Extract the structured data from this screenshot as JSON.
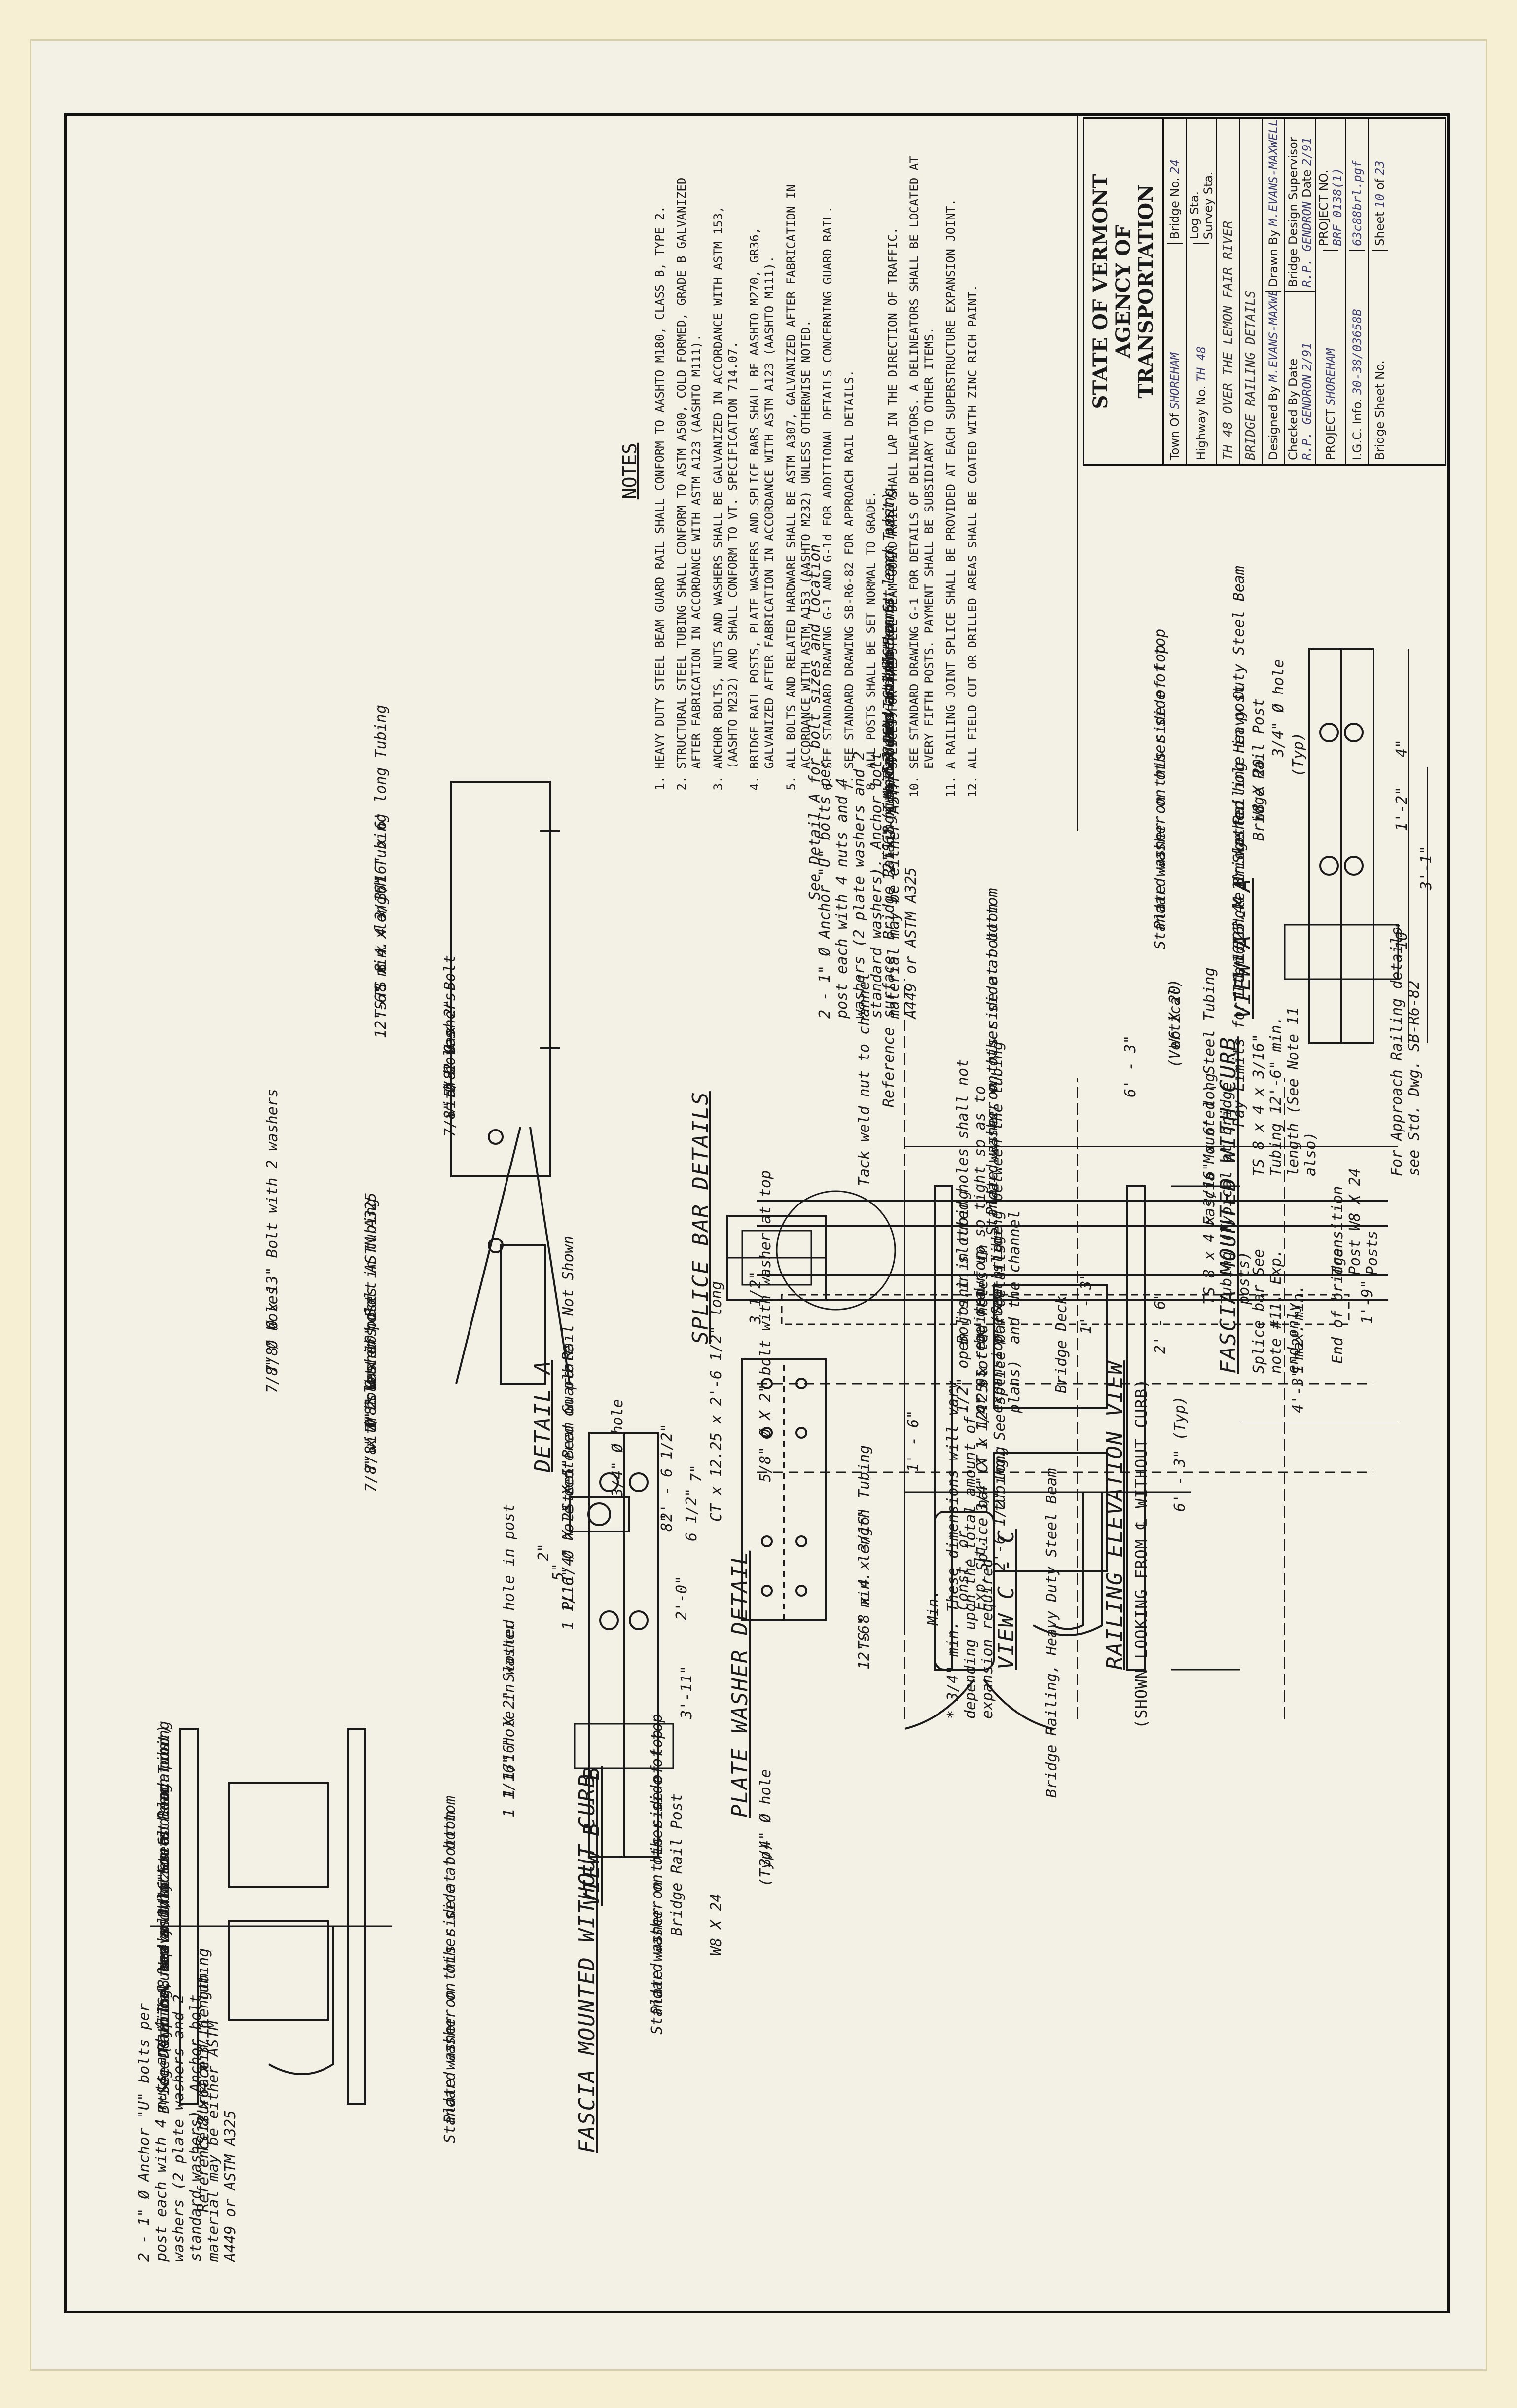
{
  "views": {
    "view_aa": "VIEW  A - A",
    "view_bb": "VIEW  B - B",
    "view_cc": "VIEW  C - C",
    "fascia_with_curb": "FASCIA MOUNTED WITH CURB",
    "fascia_without_curb": "FASCIA MOUNTED WITHOUT CURB",
    "splice_bar_details": "SPLICE  BAR  DETAILS",
    "plate_washer_detail": "PLATE  WASHER  DETAIL",
    "detail_a": "DETAIL  A",
    "detail_a_sub": "Steel Beam Guard Rail Not Shown",
    "railing_elevation": "RAILING  ELEVATION  VIEW",
    "railing_elevation_sub": "(SHOWN  LOOKING  FROM  ℄  WITHOUT  CURB)"
  },
  "labels": {
    "ts_tubing_6ft": "TS 8 x 4 x 3/16\" x 6' long Tubing",
    "spacer_note": "to be used as blockouts",
    "spacer_note2": "(Typical top and bottom at each post)",
    "ts_tubing": "TS 8 x 4 x 3/16\" Tubing",
    "min_length": "12'-6\" min. length",
    "bridge_rail_post": "Bridge Rail Post",
    "w8x20": "W8 X 20",
    "w8x24": "W8 X 24",
    "w6x20": "W6 X 20",
    "vertical": "(Vertical)",
    "plate_washer": "Plate washer on this side of top",
    "standard_washer": "Standard washer on other side of top",
    "plate_washer_bottom": "Plate washer on this side at bottom",
    "standard_washer_bottom": "Standard washer on other side at bottom",
    "hole_34": "3/4\" Ø hole",
    "typ": "(Typ)",
    "slotted_hole": "1 1/16\" X 2\" Slotted hole in post",
    "hole_in_washer": "1 1/16\" hole in washer",
    "see_detail_a": "See Detail A for bolt sizes and location",
    "bridge_railing": "Bridge Railing, Heavy Duty Steel Beam",
    "anchor_bolts": "2 - 1\" Ø Anchor \"U\" bolts per post each with 4 nuts and 4 washers (2 plate washers and 2 standard washers). Anchor bolt material may be either ASTM A449 or ASTM A325",
    "reference_surface": "Reference surface",
    "tack_weld": "Tack weld nut to channel",
    "bolt_58_2": "5/8\" Ø X 2\" bolt with washer at top",
    "ct_splice": "CT x 12.25 x 2'-6 1/2\" long",
    "bolt_13": "7/8\" Ø x 13\" Bolt with 2 washers",
    "holes_78": "7/8\" Ø holes",
    "bolt_10": "7/8\" Ø x 10\" Bolt ASTM A325",
    "bolt_2_washers": "with 2 washers",
    "slotted_holes_tubing": "7/8\" x 1\" slotted holes in tubing",
    "holes_in_post": "7/8\" Ø holes in post",
    "bolt_58": "5/8\" Ø x 2\" Bolt",
    "plate_pl": "PL 1/4\" X 2\" X 5\"",
    "centered_hole": "1 1/16\" Ø hole centered on plate",
    "pay_limits": "Pay Limits for Item 525.44 Bridge Railing Heavy Duty Steel Beam",
    "fascia_mounted_steel": "Fascia Mounted \\ Steel Tubing",
    "bolts_slotted": "Bolts in slotted holes shall not be drawn up so tight so as to prevent sliding between the tubing and the channel",
    "open_joint": "1/2\" open joint in tubing or as required for expansion (See bridge plans)",
    "splice_bar": "Splice bar See note #11. Exp. end only",
    "ts_tubing_min": "TS 8 x 4 x 3/16\" Tubing 12'-6\" min. length (See Note 11 also)",
    "ts_tubing_6ft_post": "TS 8 x 4 x 3/16\" x 6' long Tubing (Typical at bridge posts)",
    "transition_post": "Transition Post W8 X 24 Posts",
    "end_of_bridge": "End of bridge",
    "approach_railing": "For Approach Railing details see Std. Dwg. SB-R6-82",
    "bridge_deck": "Bridge Deck",
    "slotted_holes_tubing2": "3/4\" X 1 1/4\" Slotted holes in tubing. See splice bar details",
    "splice_bar_ct": "Splice bar CT x 12.25 x 2'-6 1/2\" long",
    "const_exp": "Const. or Exp. Jt.",
    "dim_note": "* 3/4\" min. These dimensions will vary depending upon the total amount of expansion required",
    "min": "Min.",
    "max": "4'-3\" max.",
    "min_12": "1'-2\" min.",
    "bridge_railing_cc": "Bridge Railing, Heavy Duty Steel Beam"
  },
  "dims": {
    "d_3_1": "3'-1\"",
    "d_1_2": "1'-2\"",
    "d_10": "10\"",
    "d_4": "4\"",
    "d_3_11": "3'-11\"",
    "d_2_0": "2'-0\"",
    "d_2_6": "2' - 6\"",
    "d_1_3": "1' - 3\"",
    "d_6_3": "6' - 3\"",
    "d_6_3_typ": "6' - 3\" (Typ)",
    "d_1_6": "1' - 6\"",
    "d_1_9": "1'-9\"",
    "d_2_6_12": "2' - 6 1/2\"",
    "d_6_12": "6 1/2\"",
    "d_3_12": "3 1/2\"",
    "d_8": "8\"",
    "d_5": "5\"",
    "d_2": "2\"",
    "d_7": "7\""
  },
  "notes": {
    "heading": "NOTES",
    "items": [
      "HEAVY DUTY STEEL BEAM GUARD RAIL SHALL CONFORM TO AASHTO M180, CLASS B, TYPE 2.",
      "STRUCTURAL STEEL TUBING SHALL CONFORM TO ASTM A500, COLD FORMED, GRADE B GALVANIZED AFTER FABRICATION IN ACCORDANCE WITH ASTM A123 (AASHTO M111).",
      "ANCHOR BOLTS, NUTS AND WASHERS SHALL BE GALVANIZED IN ACCORDANCE WITH ASTM 153, (AASHTO M232) AND SHALL CONFORM TO VT. SPECIFICATION 714.07.",
      "BRIDGE RAIL POSTS, PLATE WASHERS AND SPLICE BARS SHALL BE AASHTO M270, GR36, GALVANIZED AFTER FABRICATION IN ACCORDANCE WITH ASTM A123 (AASHTO M111).",
      "ALL BOLTS AND RELATED HARDWARE SHALL BE ASTM A307, GALVANIZED AFTER FABRICATION IN ACCORDANCE WITH ASTM A153 (AASHTO M232) UNLESS OTHERWISE NOTED.",
      "SEE STANDARD DRAWING G-1 AND G-1d FOR ADDITIONAL DETAILS CONCERNING GUARD RAIL.",
      "SEE STANDARD DRAWING SB-R6-82 FOR APPROACH RAIL DETAILS.",
      "ALL POSTS SHALL BE SET NORMAL TO GRADE.",
      "SPLICES FOR THE STEEL BEAM GUARD RAIL SHALL LAP IN THE DIRECTION OF TRAFFIC.",
      "SEE STANDARD DRAWING G-1 FOR DETAILS OF DELINEATORS. A DELINEATORS SHALL BE LOCATED AT EVERY FIFTH POSTS. PAYMENT SHALL BE SUBSIDIARY TO OTHER ITEMS.",
      "A RAILING JOINT SPLICE SHALL BE PROVIDED AT EACH SUPERSTRUCTURE EXPANSION JOINT.",
      "ALL FIELD CUT OR DRILLED AREAS SHALL BE COATED WITH ZINC RICH PAINT."
    ]
  },
  "title_block": {
    "agency_line1": "STATE OF VERMONT",
    "agency_line2": "AGENCY OF TRANSPORTATION",
    "town_label": "Town Of",
    "town_value": "SHOREHAM",
    "bridge_no_label": "Bridge No.",
    "bridge_no_value": "24",
    "highway_label": "Highway No.",
    "highway_value": "TH 48",
    "log_sta_label": "Log Sta.",
    "survey_sta_label": "Survey Sta.",
    "project_desc": "TH 48 OVER THE LEMON FAIR RIVER",
    "sheet_title": "BRIDGE RAILING DETAILS",
    "designed_label": "Designed By",
    "designed_value": "M.EVANS-MAXWELL",
    "drawn_label": "Drawn By",
    "drawn_value": "M.EVANS-MAXWELL",
    "checked_label": "Checked By",
    "checked_value": "R.P. GENDRON",
    "supervisor_label": "Bridge Design Supervisor",
    "date_label": "Date",
    "date1": "2/91",
    "date2": "2/91",
    "supervisor_value": "R.P. GENDRON",
    "project_label": "PROJECT",
    "project_value": "SHOREHAM",
    "project_no_label": "PROJECT NO.",
    "project_no_value": "BRF 0138(1)",
    "igc_label": "I.G.C. Info.",
    "igc_value": "30-38/03658B",
    "file_value": "63c88brl.pgf",
    "bridge_sheet_label": "Bridge Sheet No.",
    "sheet_label": "Sheet",
    "sheet_no": "10",
    "sheet_of": "of",
    "sheet_total": "23"
  }
}
